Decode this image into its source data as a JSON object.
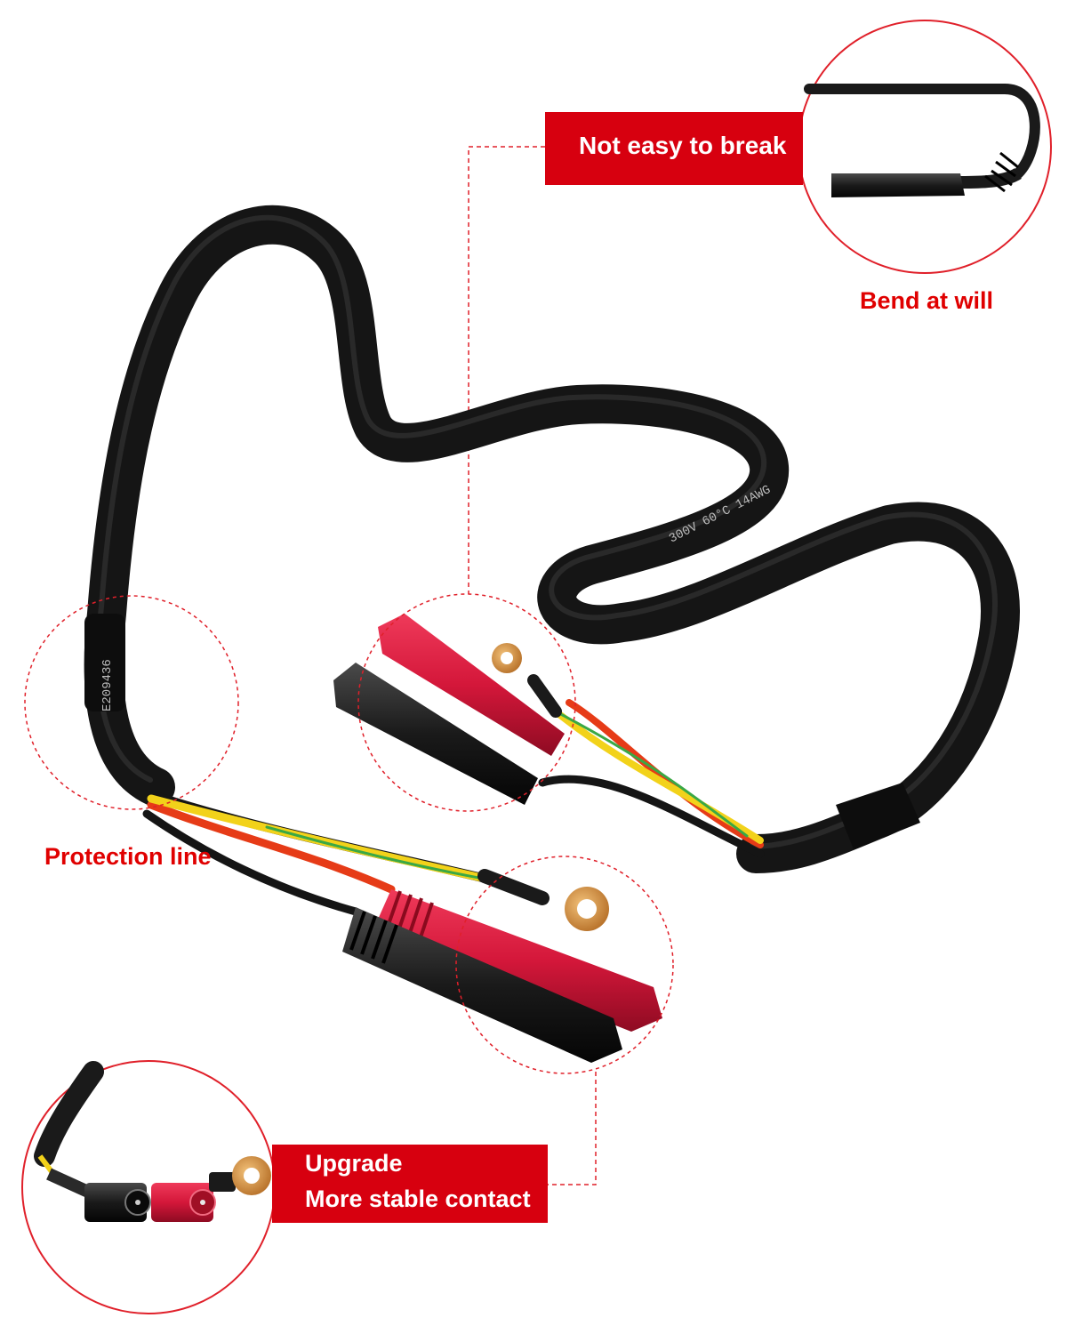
{
  "callouts": {
    "not_easy_to_break": "Not easy to break",
    "bend_at_will": "Bend at will",
    "protection_line": "Protection line",
    "upgrade_line1": "Upgrade",
    "upgrade_line2": "More stable contact"
  },
  "cable_print": {
    "ul_code": "E209436",
    "text": "300V 60°C 14AWG"
  },
  "colors": {
    "accent_red": "#d7000f",
    "cable_black": "#151515",
    "wire_yellow": "#f2d21a",
    "wire_green": "#3aa845",
    "plug_red": "#d4173a",
    "ring_brass": "#c98a3a"
  }
}
